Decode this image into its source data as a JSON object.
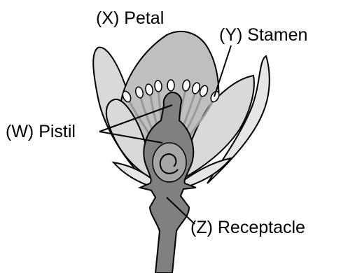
{
  "labels": {
    "petal": "(X) Petal",
    "stamen": "(Y) Stamen",
    "pistil": "(W) Pistil",
    "receptacle": "(Z) Receptacle"
  },
  "colors": {
    "outline": "#000000",
    "petal_fill": "#d9d9d9",
    "inner_petal_fill": "#bfbfbf",
    "sepal_fill": "#e6e6e6",
    "pistil_fill": "#808080",
    "pistil_inner_fill": "#a6a6a6",
    "filament": "#999999",
    "anther_fill": "#ffffff"
  }
}
